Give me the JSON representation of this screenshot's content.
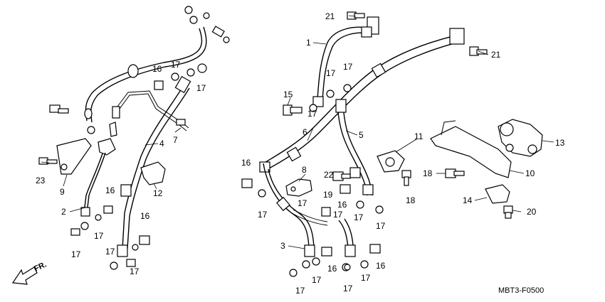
{
  "diagram": {
    "code": "MBT3-F0500",
    "direction_label": "FR.",
    "labels": [
      "1",
      "2",
      "3",
      "4",
      "5",
      "6",
      "7",
      "8",
      "9",
      "10",
      "11",
      "12",
      "13",
      "14",
      "15",
      "16",
      "17",
      "18",
      "19",
      "20",
      "21",
      "22",
      "23"
    ]
  },
  "callouts": [
    {
      "id": "c1",
      "text": "1"
    },
    {
      "id": "c2",
      "text": "2"
    },
    {
      "id": "c3",
      "text": "3"
    },
    {
      "id": "c4",
      "text": "4"
    },
    {
      "id": "c5",
      "text": "5"
    },
    {
      "id": "c6",
      "text": "6"
    },
    {
      "id": "c7",
      "text": "7"
    },
    {
      "id": "c8",
      "text": "8"
    },
    {
      "id": "c9",
      "text": "9"
    },
    {
      "id": "c10",
      "text": "10"
    },
    {
      "id": "c11",
      "text": "11"
    },
    {
      "id": "c12",
      "text": "12"
    },
    {
      "id": "c13",
      "text": "13"
    },
    {
      "id": "c14",
      "text": "14"
    },
    {
      "id": "c15",
      "text": "15"
    },
    {
      "id": "c16a",
      "text": "16"
    },
    {
      "id": "c16b",
      "text": "16"
    },
    {
      "id": "c16c",
      "text": "16"
    },
    {
      "id": "c16d",
      "text": "16"
    },
    {
      "id": "c16e",
      "text": "16"
    },
    {
      "id": "c16f",
      "text": "16"
    },
    {
      "id": "c16g",
      "text": "16"
    },
    {
      "id": "c17a",
      "text": "17"
    },
    {
      "id": "c17b",
      "text": "17"
    },
    {
      "id": "c17c",
      "text": "17"
    },
    {
      "id": "c17d",
      "text": "17"
    },
    {
      "id": "c17e",
      "text": "17"
    },
    {
      "id": "c17f",
      "text": "17"
    },
    {
      "id": "c17g",
      "text": "17"
    },
    {
      "id": "c17h",
      "text": "17"
    },
    {
      "id": "c17i",
      "text": "17"
    },
    {
      "id": "c17j",
      "text": "17"
    },
    {
      "id": "c17k",
      "text": "17"
    },
    {
      "id": "c17l",
      "text": "17"
    },
    {
      "id": "c17m",
      "text": "17"
    },
    {
      "id": "c17n",
      "text": "17"
    },
    {
      "id": "c17o",
      "text": "17"
    },
    {
      "id": "c17p",
      "text": "17"
    },
    {
      "id": "c17q",
      "text": "17"
    },
    {
      "id": "c17r",
      "text": "17"
    },
    {
      "id": "c18a",
      "text": "18"
    },
    {
      "id": "c18b",
      "text": "18"
    },
    {
      "id": "c19",
      "text": "19"
    },
    {
      "id": "c20",
      "text": "20"
    },
    {
      "id": "c21a",
      "text": "21"
    },
    {
      "id": "c21b",
      "text": "21"
    },
    {
      "id": "c22",
      "text": "22"
    },
    {
      "id": "c23",
      "text": "23"
    }
  ]
}
